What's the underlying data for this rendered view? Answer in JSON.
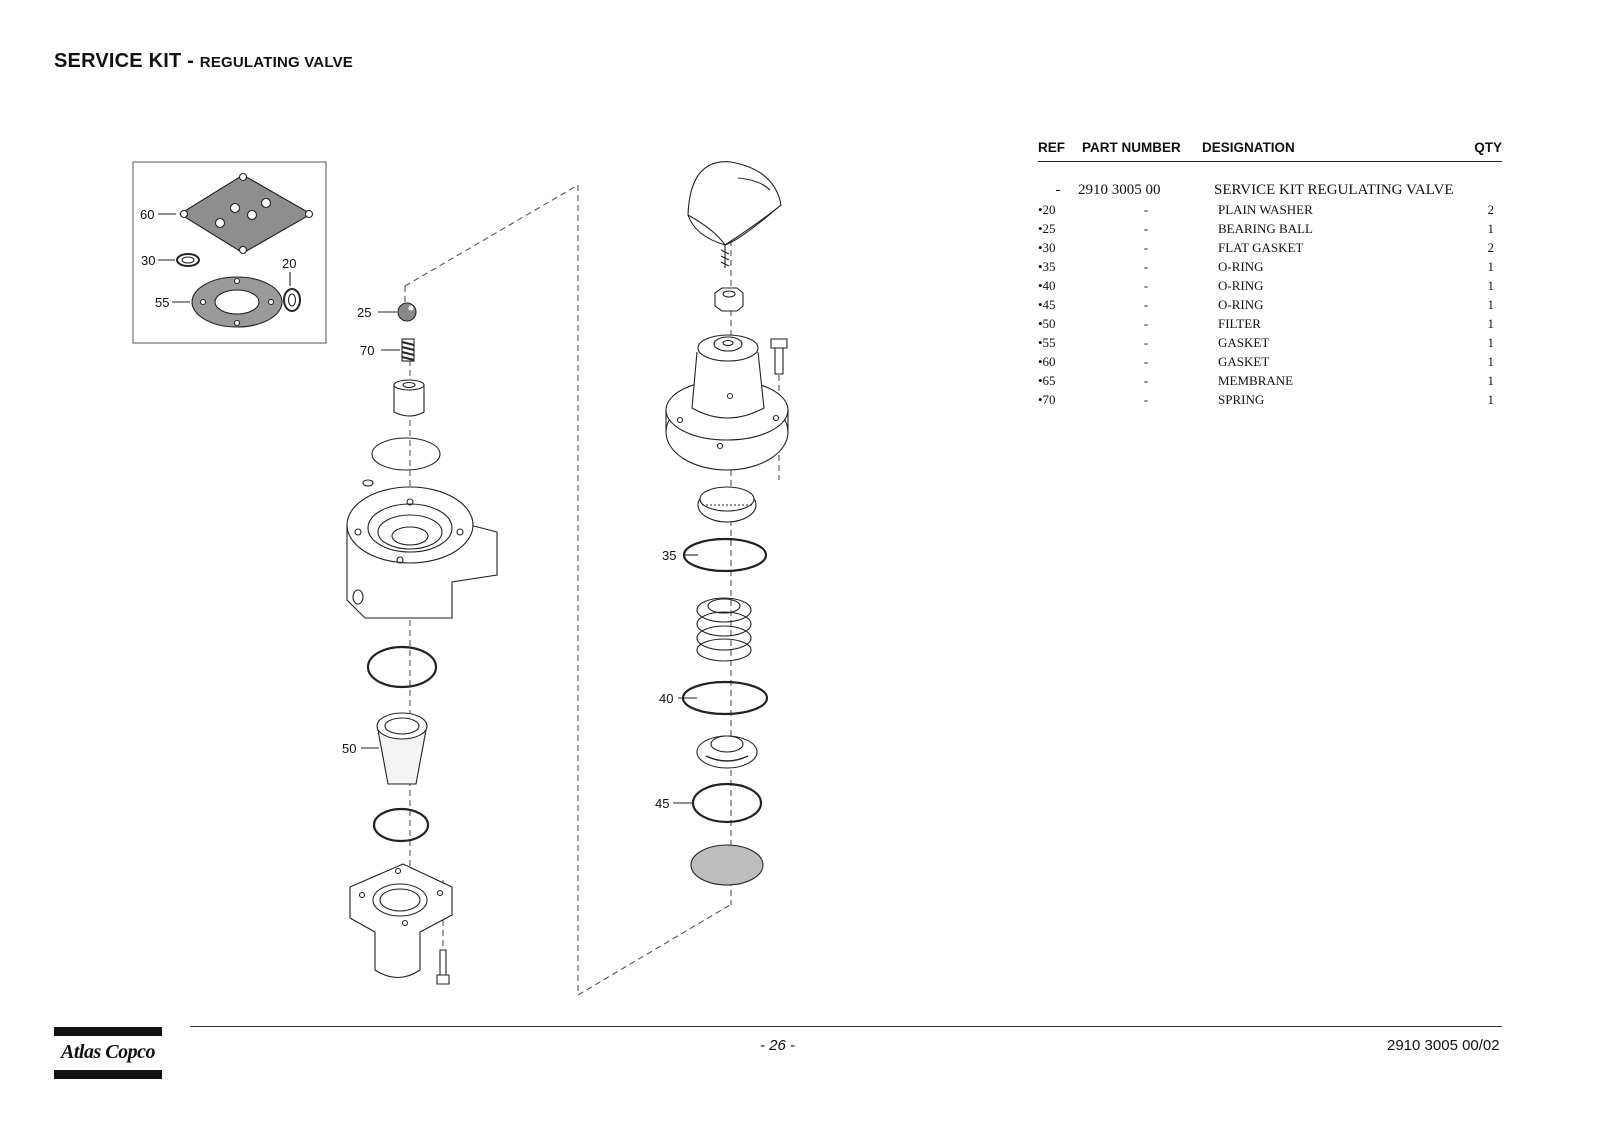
{
  "header": {
    "title": "SERVICE KIT",
    "separator": " - ",
    "subtitle": "REGULATING VALVE"
  },
  "callouts": {
    "c60": "60",
    "c30": "30",
    "c20": "20",
    "c55": "55",
    "c25": "25",
    "c70": "70",
    "c50": "50",
    "c35": "35",
    "c40": "40",
    "c45": "45"
  },
  "table": {
    "headers": {
      "ref": "REF",
      "part_number": "PART NUMBER",
      "designation": "DESIGNATION",
      "qty": "QTY"
    },
    "kit_row": {
      "ref": "-",
      "part_number": "2910 3005 00",
      "designation": "SERVICE KIT REGULATING VALVE",
      "qty": ""
    },
    "rows": [
      {
        "ref": "•20",
        "part_number": "-",
        "designation": "PLAIN WASHER",
        "qty": "2"
      },
      {
        "ref": "•25",
        "part_number": "-",
        "designation": "BEARING BALL",
        "qty": "1"
      },
      {
        "ref": "•30",
        "part_number": "-",
        "designation": "FLAT GASKET",
        "qty": "2"
      },
      {
        "ref": "•35",
        "part_number": "-",
        "designation": "O-RING",
        "qty": "1"
      },
      {
        "ref": "•40",
        "part_number": "-",
        "designation": "O-RING",
        "qty": "1"
      },
      {
        "ref": "•45",
        "part_number": "-",
        "designation": "O-RING",
        "qty": "1"
      },
      {
        "ref": "•50",
        "part_number": "-",
        "designation": "FILTER",
        "qty": "1"
      },
      {
        "ref": "•55",
        "part_number": "-",
        "designation": "GASKET",
        "qty": "1"
      },
      {
        "ref": "•60",
        "part_number": "-",
        "designation": "GASKET",
        "qty": "1"
      },
      {
        "ref": "•65",
        "part_number": "-",
        "designation": "MEMBRANE",
        "qty": "1"
      },
      {
        "ref": "•70",
        "part_number": "-",
        "designation": "SPRING",
        "qty": "1"
      }
    ]
  },
  "footer": {
    "page_number": "- 26 -",
    "document_number": "2910 3005 00/02",
    "logo_text": "Atlas Copco"
  }
}
